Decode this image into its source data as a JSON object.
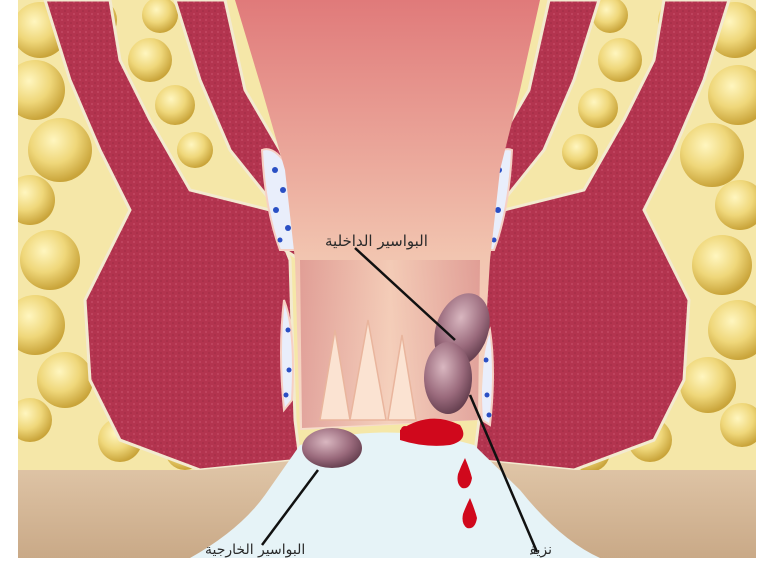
{
  "diagram": {
    "labels": {
      "internal_hemorrhoids": "البواسير الداخلية",
      "external_hemorrhoids": "البواسير الخارجية",
      "bleeding": "نزيف"
    }
  }
}
